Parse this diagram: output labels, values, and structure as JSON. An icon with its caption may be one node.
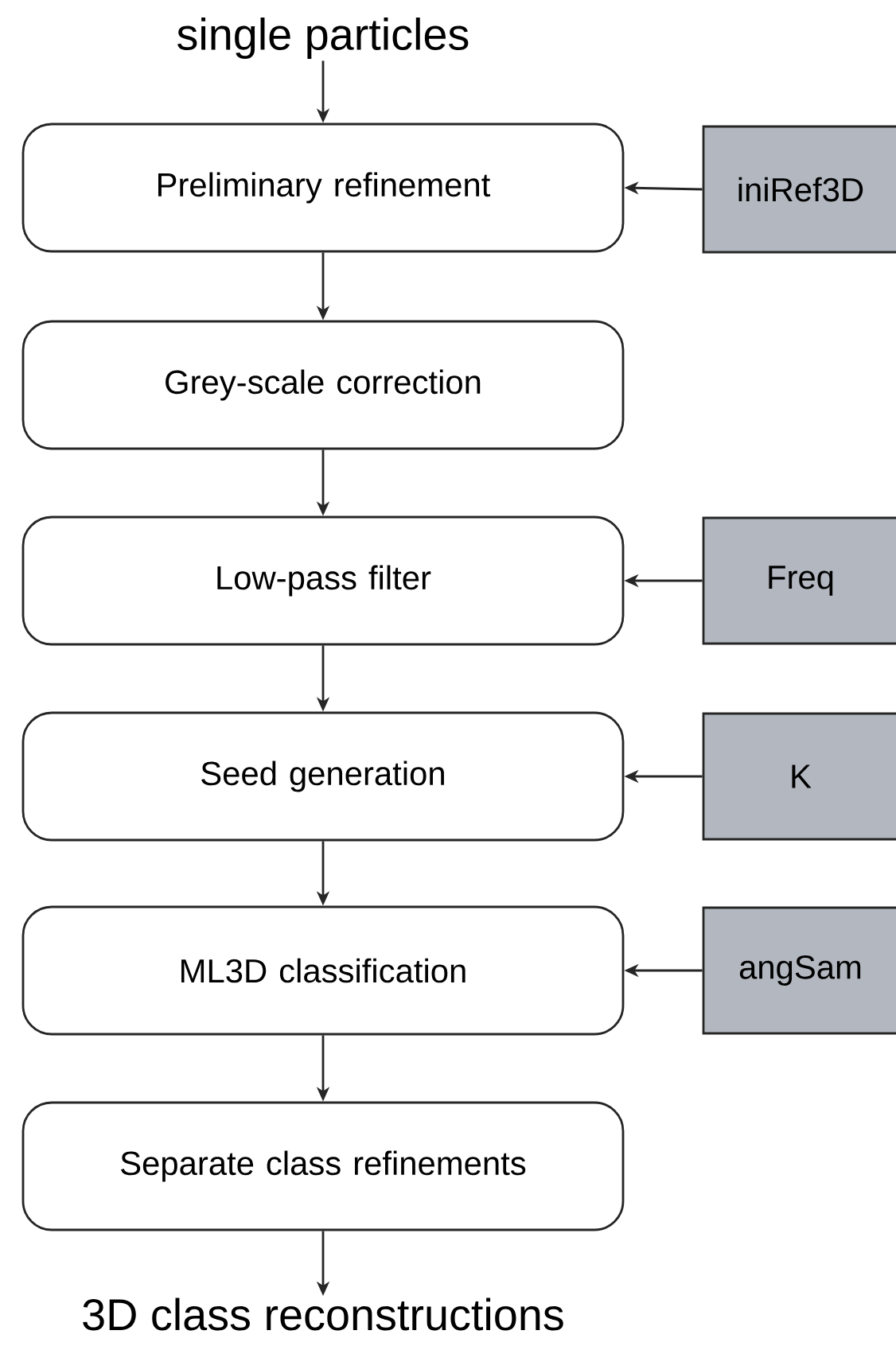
{
  "diagram": {
    "nodes": [
      {
        "text": [
          "single particles"
        ]
      },
      {
        "text": [
          "Preliminary refinement"
        ]
      },
      {
        "text": [
          "iniRef3D"
        ]
      },
      {
        "text": [
          "Grey-scale correction"
        ]
      },
      {
        "text": [
          "Low-pass filter"
        ]
      },
      {
        "text": [
          "Freq"
        ]
      },
      {
        "text": [
          "Seed generation"
        ]
      },
      {
        "text": [
          "K"
        ]
      },
      {
        "text": [
          "ML3D classification"
        ]
      },
      {
        "text": [
          "angSam"
        ]
      },
      {
        "text": [
          "Separate class refinements"
        ]
      },
      {
        "text": [
          "3D class reconstructions"
        ]
      }
    ],
    "edges": [
      {
        "from": 0,
        "to": 1,
        "arrow": "to"
      },
      {
        "from": 2,
        "to": 1,
        "arrow": "to"
      },
      {
        "from": 1,
        "to": 3,
        "arrow": "to"
      },
      {
        "from": 3,
        "to": 4,
        "arrow": "to"
      },
      {
        "from": 5,
        "to": 4,
        "arrow": "to"
      },
      {
        "from": 4,
        "to": 6,
        "arrow": "to"
      },
      {
        "from": 7,
        "to": 6,
        "arrow": "to"
      },
      {
        "from": 6,
        "to": 8,
        "arrow": "to"
      },
      {
        "from": 9,
        "to": 8,
        "arrow": "to"
      },
      {
        "from": 8,
        "to": 10,
        "arrow": "to"
      },
      {
        "from": 10,
        "to": 11,
        "arrow": "to"
      }
    ]
  }
}
